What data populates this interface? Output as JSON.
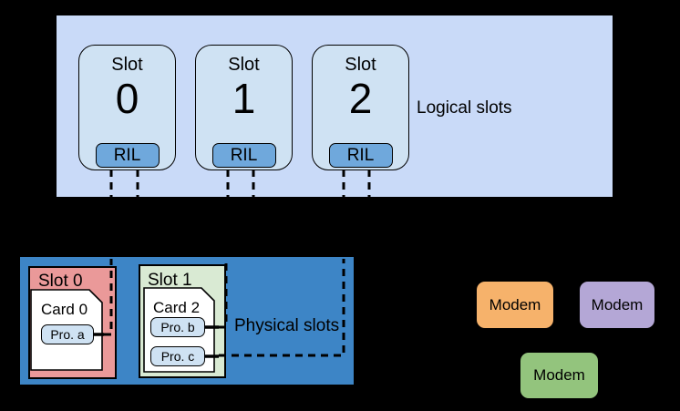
{
  "colors": {
    "canvas_bg": "#000000",
    "logical_bg": "#c9daf8",
    "slot_bg": "#cfe2f3",
    "ril_bg": "#6fa8dc",
    "physical_bg": "#3d85c6",
    "pslot0_bg": "#ea9999",
    "pslot1_bg": "#d9ead3",
    "card_bg": "#ffffff",
    "profile_bg": "#cfe2f3",
    "modem_orange": "#f6b26b",
    "modem_purple": "#b4a7d6",
    "modem_green": "#93c47d",
    "line": "#000000"
  },
  "logical": {
    "label": "Logical slots",
    "slots": [
      {
        "title": "Slot",
        "number": "0",
        "ril": "RIL"
      },
      {
        "title": "Slot",
        "number": "1",
        "ril": "RIL"
      },
      {
        "title": "Slot",
        "number": "2",
        "ril": "RIL"
      }
    ]
  },
  "physical": {
    "label": "Physical slots",
    "slots": [
      {
        "name": "Slot 0",
        "card": {
          "name": "Card 0",
          "profiles": [
            "Pro. a"
          ]
        }
      },
      {
        "name": "Slot 1",
        "card": {
          "name": "Card 2",
          "profiles": [
            "Pro. b",
            "Pro. c"
          ]
        }
      }
    ]
  },
  "modems": [
    {
      "label": "Modem"
    },
    {
      "label": "Modem"
    },
    {
      "label": "Modem"
    }
  ]
}
